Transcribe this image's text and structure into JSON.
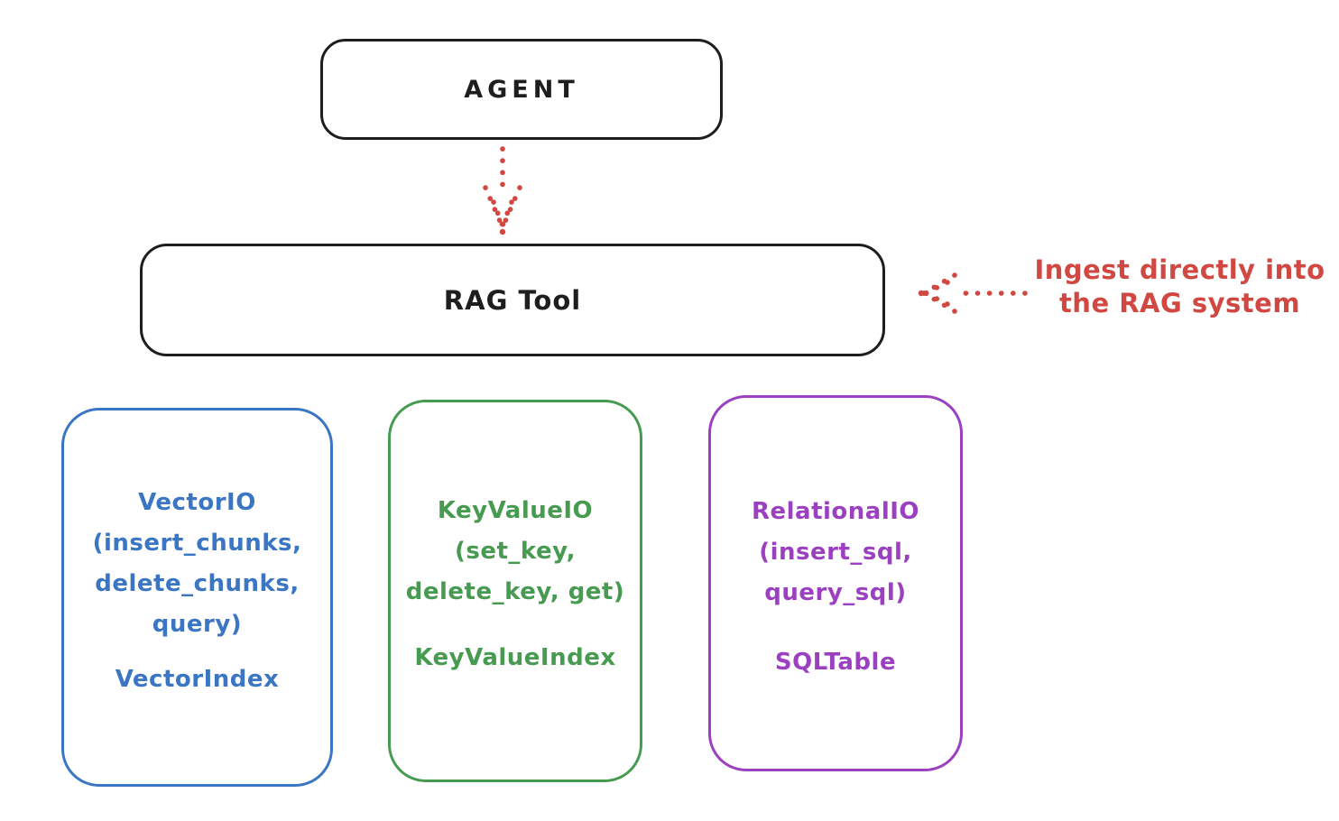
{
  "colors": {
    "background": "#ffffff",
    "ink": "#1e1e1e",
    "red": "#d14842",
    "blue": "#3b76c4",
    "green": "#479b50",
    "purple": "#9c40c2"
  },
  "nodes": {
    "agent": {
      "label": "AGENT"
    },
    "rag_tool": {
      "label": "RAG Tool"
    },
    "vector": {
      "io": "VectorIO\n(insert_chunks,\ndelete_chunks,\nquery)",
      "index": "VectorIndex"
    },
    "key_value": {
      "io": "KeyValueIO\n(set_key,\ndelete_key, get)",
      "index": "KeyValueIndex"
    },
    "relational": {
      "io": "RelationalIO\n(insert_sql,\nquery_sql)",
      "index": "SQLTable"
    }
  },
  "annotation": {
    "text": "Ingest directly into\nthe RAG system"
  },
  "edges": {
    "agent_to_rag_tool": "dotted-arrow-down",
    "annotation_to_rag_tool": "dotted-arrow-left"
  }
}
